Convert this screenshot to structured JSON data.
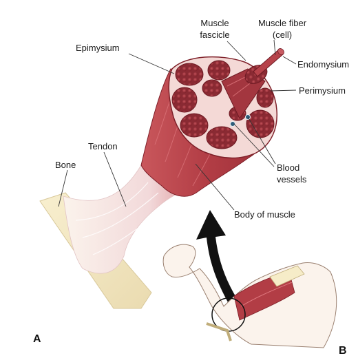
{
  "labels": {
    "muscle_fascicle": [
      "Muscle",
      "fascicle"
    ],
    "muscle_fiber": [
      "Muscle fiber",
      "(cell)"
    ],
    "epimysium": "Epimysium",
    "endomysium": "Endomysium",
    "perimysium": "Perimysium",
    "tendon": "Tendon",
    "bone": "Bone",
    "blood_vessels": [
      "Blood",
      "vessels"
    ],
    "body_of_muscle": "Body of muscle"
  },
  "panels": {
    "a": "A",
    "b": "B"
  },
  "colors": {
    "muscle": "#b8434a",
    "muscle_dark": "#8e2a32",
    "tendon": "#f3dfe0",
    "bone": "#f6ecc8",
    "arrow": "#111111",
    "vessel": "#2f5d7a"
  }
}
